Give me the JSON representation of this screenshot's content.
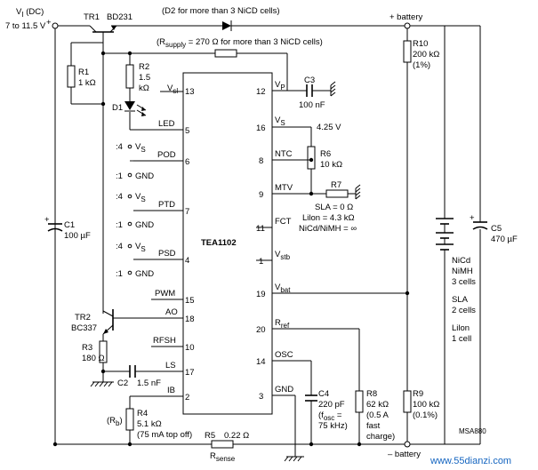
{
  "supply": {
    "vi_label": "V",
    "vi_sub": "I",
    "vi_suffix": " (DC)",
    "vi_range": "7 to 11.5 V",
    "plus_battery": "+ battery",
    "minus_battery": "– battery",
    "plus_sign": "+"
  },
  "transistors": {
    "tr1": {
      "name": "TR1",
      "type": "BD231"
    },
    "tr2": {
      "name": "TR2",
      "type": "BC337"
    }
  },
  "notes": {
    "d2": "(D2 for more than 3 NiCD cells)",
    "rsupply_open": "(R",
    "rsupply_sub": "supply",
    "rsupply_rest": " = 270 Ω for more than 3 NiCD cells)"
  },
  "resistors": {
    "r1": {
      "name": "R1",
      "value": "1 kΩ"
    },
    "r2": {
      "name": "R2",
      "value1": "1.5",
      "value2": "kΩ"
    },
    "r3": {
      "name": "R3",
      "value": "180 Ω"
    },
    "r4": {
      "name": "R4",
      "value": "5.1 kΩ",
      "note": "(75 mA top off)",
      "rb_open": "(R",
      "rb_sub": "b",
      "rb_close": ")"
    },
    "r5": {
      "name": "R5",
      "value": "0.22 Ω",
      "role": "R",
      "role_sub": "sense"
    },
    "r6": {
      "name": "R6",
      "value": "10 kΩ"
    },
    "r7": {
      "name": "R7"
    },
    "r8": {
      "name": "R8",
      "value": "62 kΩ",
      "note1": "(0.5 A",
      "note2": "fast",
      "note3": "charge)"
    },
    "r9": {
      "name": "R9",
      "value": "100 kΩ",
      "tol": "(0.1%)"
    },
    "r10": {
      "name": "R10",
      "value": "200 kΩ",
      "tol": "(1%)"
    }
  },
  "capacitors": {
    "c1": {
      "name": "C1",
      "value": "100 µF"
    },
    "c2": {
      "name": "C2",
      "value": "1.5 nF"
    },
    "c3": {
      "name": "C3",
      "value": "100 nF"
    },
    "c4": {
      "name": "C4",
      "value": "220 pF",
      "fosc_open": "(f",
      "fosc_sub": "osc",
      "fosc_rest": " =",
      "fosc_value": "75 kHz)"
    },
    "c5": {
      "name": "C5",
      "value": "470 µF"
    }
  },
  "diode": {
    "d1": "D1"
  },
  "ic": {
    "name": "TEA1102",
    "left_pins": [
      {
        "label": "V",
        "sub": "sl",
        "num": "13"
      },
      {
        "label": "LED",
        "num": "5"
      },
      {
        "label": "POD",
        "num": "6"
      },
      {
        "label": "PTD",
        "num": "7"
      },
      {
        "label": "PSD",
        "num": "4"
      },
      {
        "label": "PWM",
        "num": "15"
      },
      {
        "label": "AO",
        "num": "18"
      },
      {
        "label": "RFSH",
        "num": "10"
      },
      {
        "label": "LS",
        "num": "17"
      },
      {
        "label": "IB",
        "num": "2"
      }
    ],
    "right_pins": [
      {
        "label": "V",
        "sub": "P",
        "num": "12"
      },
      {
        "label": "V",
        "sub": "S",
        "num": "16"
      },
      {
        "label": "NTC",
        "num": "8"
      },
      {
        "label": "MTV",
        "num": "9"
      },
      {
        "label": "FCT",
        "num": "11"
      },
      {
        "label": "V",
        "sub": "stb",
        "num": "1"
      },
      {
        "label": "V",
        "sub": "bat",
        "num": "19"
      },
      {
        "label": "R",
        "sub": "ref",
        "num": "20"
      },
      {
        "label": "OSC",
        "num": "14"
      },
      {
        "label": "GND",
        "num": "3"
      }
    ]
  },
  "selectors": {
    "ratio4": ":4",
    "ratio1": ":1",
    "vs": "V",
    "vs_sub": "S",
    "gnd": "GND"
  },
  "vs_level": "4.25 V",
  "r7_options": [
    "SLA = 0 Ω",
    "Lilon = 4.3 kΩ",
    "NiCd/NiMH = ∞"
  ],
  "battery_types": [
    "NiCd",
    "NiMH",
    "3 cells",
    "SLA",
    "2 cells",
    "Lilon",
    "1 cell"
  ],
  "watermark": "www.55dianzi.com",
  "code": "MSA880"
}
